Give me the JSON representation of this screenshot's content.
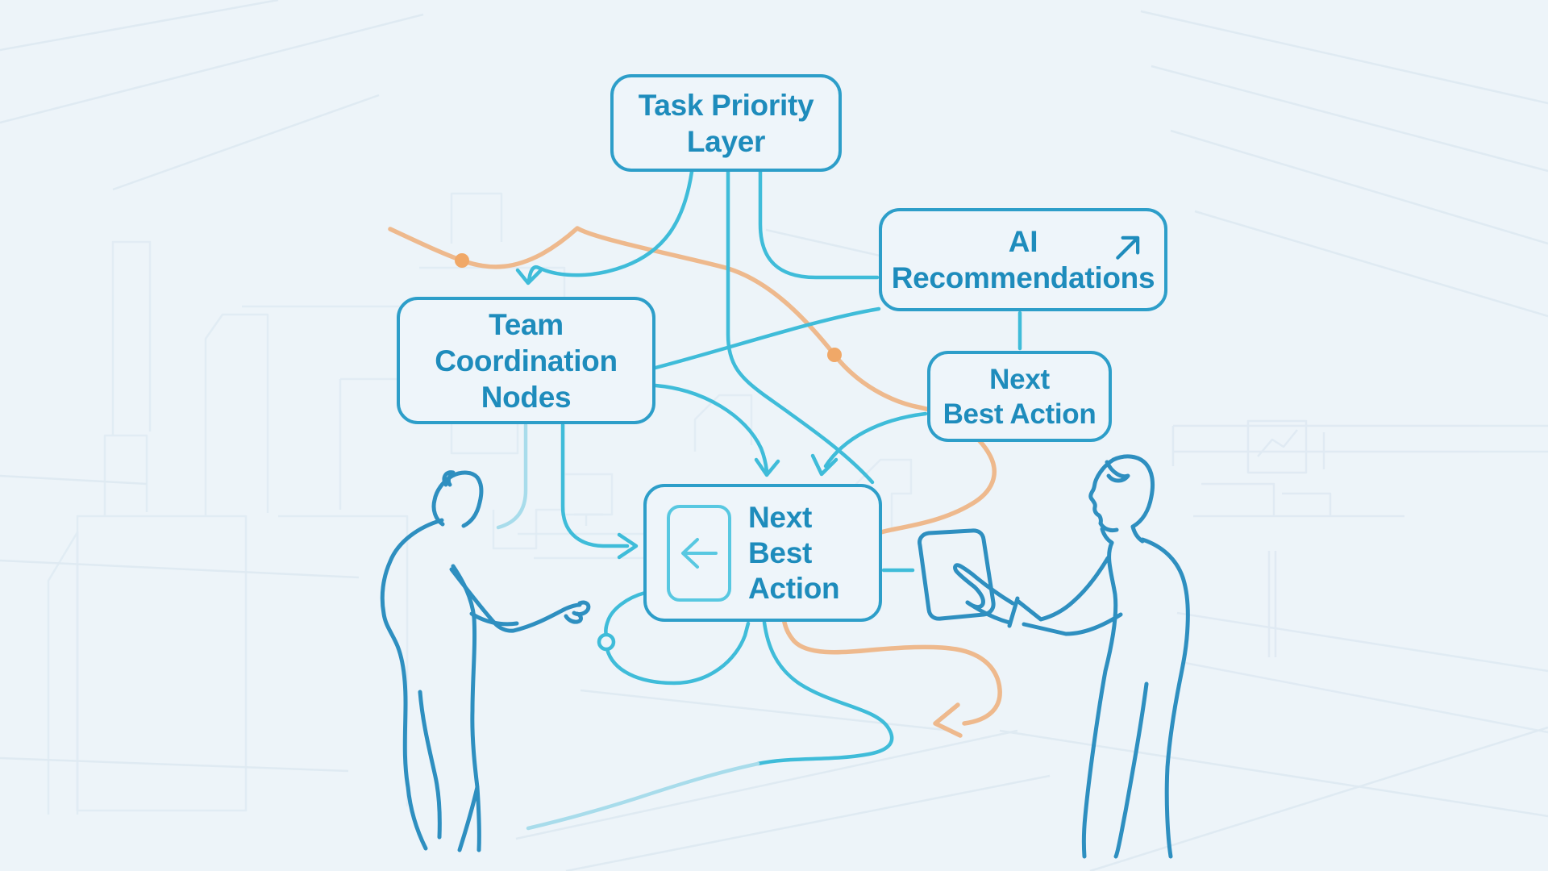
{
  "palette": {
    "background": "#edf4f9",
    "node_border": "#2d9ec9",
    "node_text": "#1e8cbc",
    "connector_teal": "#3fbcd9",
    "connector_light": "#a8dceb",
    "accent_orange": "#eeb98d",
    "orange_dot": "#f0a868",
    "figure_stroke": "#2e8fc0",
    "icon_cyan": "#58c8e1",
    "faint_background": "#d3e2ed"
  },
  "diagram": {
    "nodes": {
      "task_priority": {
        "lines": [
          "Task Priority",
          "Layer"
        ]
      },
      "ai_recommendations": {
        "lines": [
          "AI",
          "Recommendations"
        ],
        "icon": "arrow-up-right-icon"
      },
      "team_coordination": {
        "lines": [
          "Team",
          "Coordination",
          "Nodes"
        ]
      },
      "next_best_action_small": {
        "lines": [
          "Next",
          "Best Action"
        ]
      },
      "next_best_action_main": {
        "lines": [
          "Next",
          "Best",
          "Action"
        ],
        "icon": "panel-arrow-left-icon"
      }
    },
    "edges": [
      "task_priority -> team_coordination (arrow)",
      "task_priority -> ai_recommendations",
      "task_priority -> next_best_action_main",
      "team_coordination -> ai_recommendations",
      "team_coordination -> next_best_action_main (arrow into top)",
      "team_coordination -> next_best_action_main (arrow into left side)",
      "team_coordination -> left person (light line)",
      "next_best_action_small -> next_best_action_main (arrow into top)",
      "ai_recommendations -> next_best_action_small",
      "next_best_action_main -> tablet",
      "next_best_action_main -> circle node loop",
      "orange flow line with two dots and left arrowhead"
    ],
    "figures": [
      "left person reaching toward diagram",
      "right person pointing at tablet"
    ],
    "background_scene": [
      "faint factory machinery on left",
      "faint desk with monitor and line chart on right",
      "faint ceiling and floor perspective lines"
    ]
  }
}
